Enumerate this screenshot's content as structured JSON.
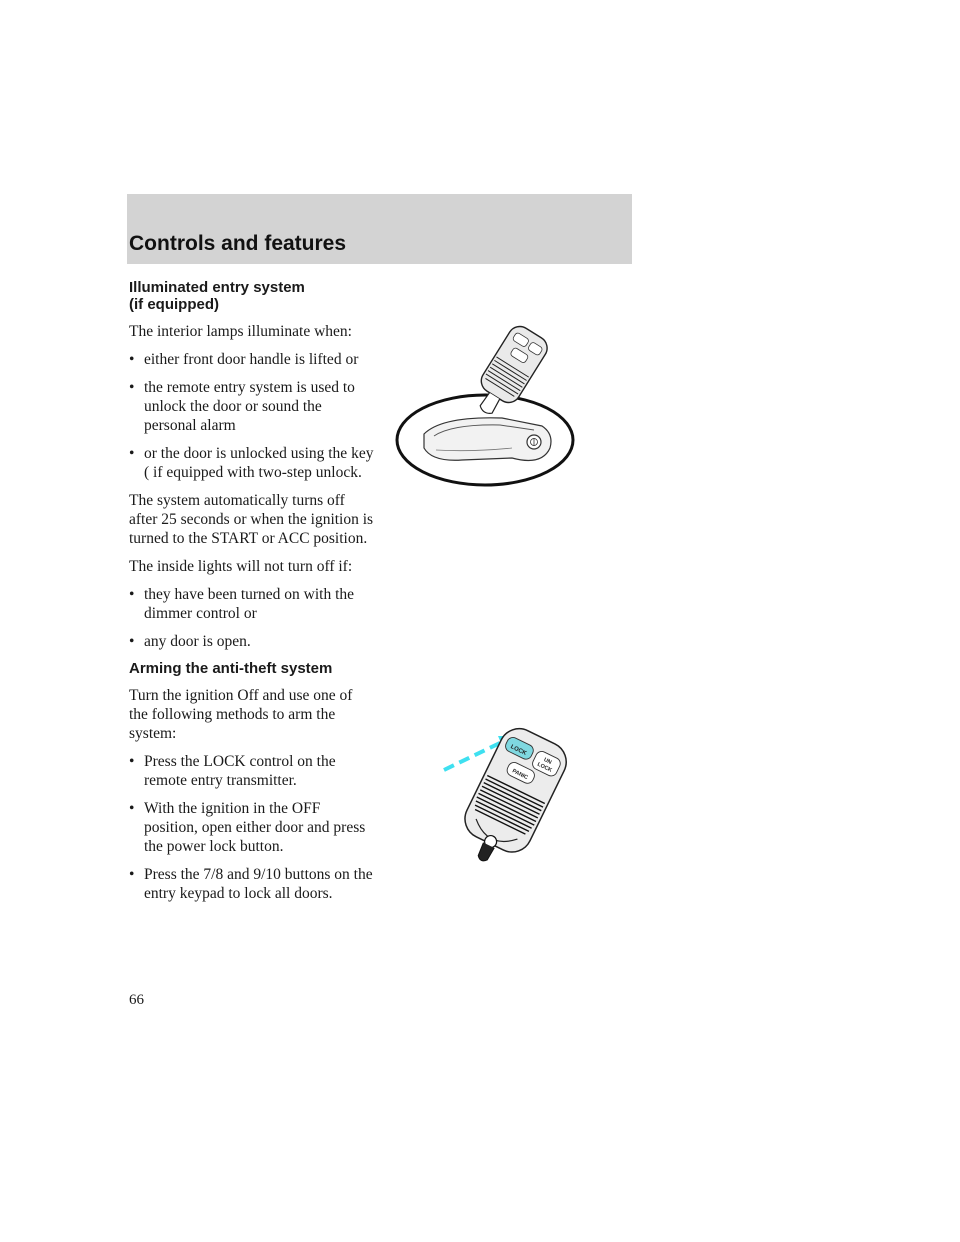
{
  "header": {
    "title": "Controls and features"
  },
  "sections": {
    "illuminated": {
      "heading_line1": "Illuminated entry system",
      "heading_line2": "(if equipped)",
      "intro": "The interior lamps illuminate when:",
      "bullets": [
        "either front door handle is lifted or",
        "the remote entry system is used to unlock the door or sound the personal alarm",
        "or the door is unlocked using the key ( if equipped with two-step unlock."
      ],
      "para_auto_off": "The system automatically turns off after 25 seconds or when the ignition is turned to the START or ACC position.",
      "para_not_off": "The inside lights will not turn off if:",
      "bullets2": [
        "they have been turned on with the dimmer control or",
        "any door is open."
      ]
    },
    "antitheft": {
      "heading": "Arming the anti-theft system",
      "intro": "Turn the ignition Off and use one of the following methods to arm the system:",
      "bullets": [
        "Press the LOCK control on the remote entry transmitter.",
        "With the ignition in the OFF position, open either door and press the power lock button.",
        "Press the 7/8 and 9/10 buttons on the entry keypad to lock all doors."
      ]
    }
  },
  "figure2": {
    "lock_label": "LOCK",
    "unlock_label_1": "UN",
    "unlock_label_2": "LOCK",
    "panic_label": "PANIC",
    "arrow_color": "#3ee0f0"
  },
  "page_number": "66"
}
